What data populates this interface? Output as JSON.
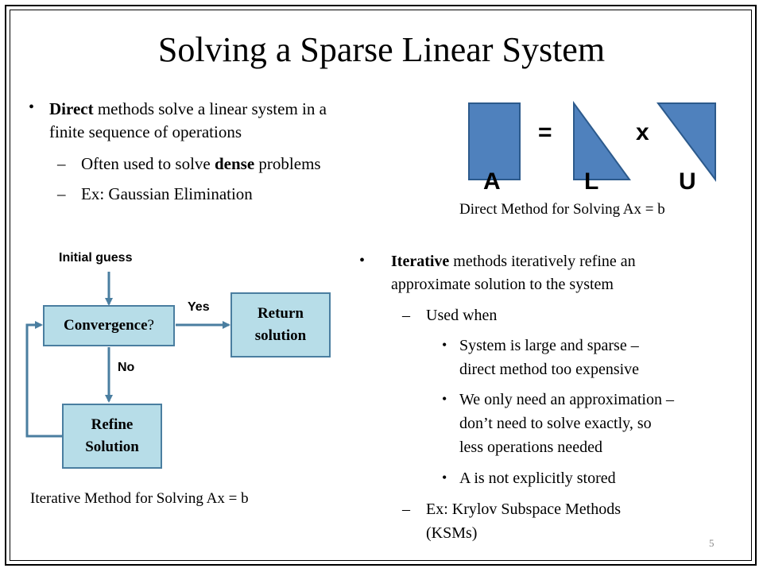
{
  "slide": {
    "title": "Solving a Sparse Linear System",
    "page_number": "5"
  },
  "direct": {
    "bullet": "•",
    "label_bold": "Direct",
    "text_line1": " methods solve a linear system in a",
    "text_line2": "finite sequence of operations",
    "sub_dash": "–",
    "sub1_pre": "Often used to solve ",
    "sub1_bold": "dense",
    "sub1_post": " problems",
    "sub2": "Ex: Gaussian Elimination"
  },
  "lu_figure": {
    "equals": "=",
    "times": "x",
    "label_a": "A",
    "label_l": "L",
    "label_u": "U",
    "caption": "Direct Method for Solving Ax = b",
    "fill_color": "#4f81bd",
    "stroke_color": "#2c5a8c"
  },
  "flowchart": {
    "initial_guess": "Initial guess",
    "convergence_bold": "Convergence",
    "convergence_q": "?",
    "return_line1": "Return",
    "return_line2": "solution",
    "refine_line1": "Refine",
    "refine_line2": "Solution",
    "yes": "Yes",
    "no": "No",
    "caption": "Iterative Method for Solving Ax = b",
    "box_fill": "#b7dde8",
    "arrow_color": "#4a7ea0"
  },
  "iterative": {
    "bullet": "•",
    "label_bold": "Iterative",
    "text_line1": " methods iteratively refine an",
    "text_line2": "approximate solution to the system",
    "sub_dash": "–",
    "used_when": "Used when",
    "dot": "•",
    "item1_line1": "System is large and sparse –",
    "item1_line2": "direct method too expensive",
    "item2_line1": "We only need an approximation –",
    "item2_line2": "don’t need to solve exactly, so",
    "item2_line3": "less operations needed",
    "item3": "A is not explicitly stored",
    "ex_line1": "Ex: Krylov Subspace Methods",
    "ex_line2": "(KSMs)"
  }
}
